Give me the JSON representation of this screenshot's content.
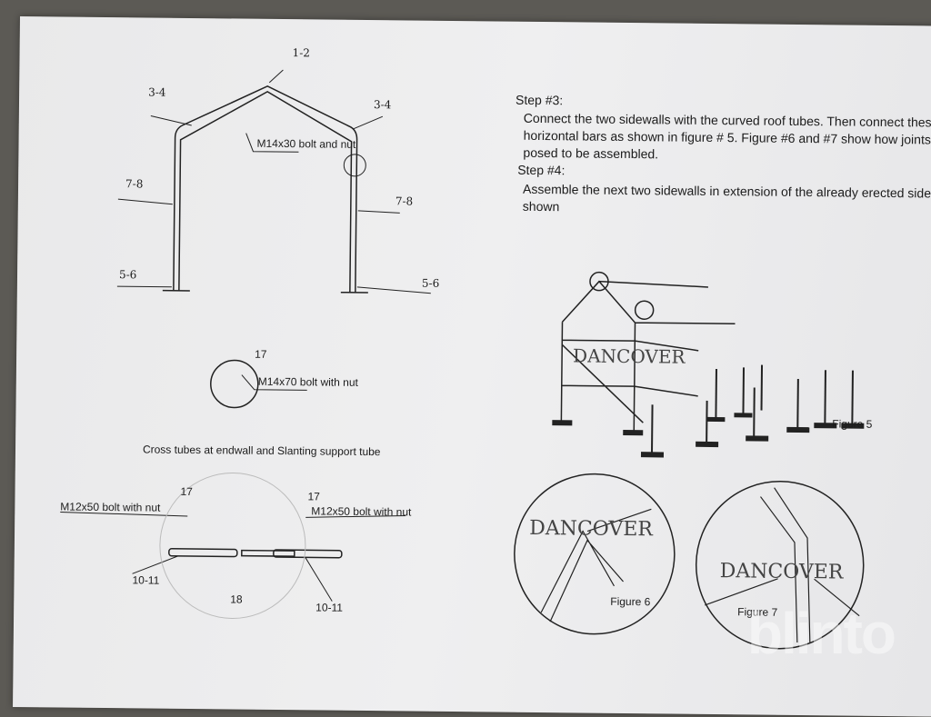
{
  "left": {
    "part_labels": {
      "top": "1-2",
      "roof_left": "3-4",
      "roof_right": "3-4",
      "mid_left": "7-8",
      "mid_right": "7-8",
      "base_left": "5-6",
      "base_right": "5-6"
    },
    "bolt_m14x30": "M14x30 bolt and nut",
    "detail_num": "17",
    "bolt_m14x70": "M14x70 bolt with nut",
    "cross_title": "Cross tubes at endwall and Slanting support tube",
    "cross_left_num": "17",
    "cross_left_bolt": "M12x50 bolt with nut",
    "cross_right_num": "17",
    "cross_right_bolt": "M12x50 bolt with nut",
    "tube_left": "10-11",
    "tube_center": "18",
    "tube_right": "10-11"
  },
  "right": {
    "step3_title": "Step #3:",
    "step3_lines": [
      "Connect the two sidewalls with the curved roof tubes. Then connect these with the",
      "horizontal bars as shown in figure # 5. Figure #6 and #7 show how joints are sup",
      "posed to be assembled."
    ],
    "step4_title": "Step #4:",
    "step4_lines": [
      "Assemble the next two sidewalls in extension of the already erected sides as",
      "shown"
    ],
    "brand": "DANCOVER",
    "fig5": "Figure 5",
    "fig6": "Figure 6",
    "fig7": "Figure 7"
  },
  "watermark": "blinto"
}
